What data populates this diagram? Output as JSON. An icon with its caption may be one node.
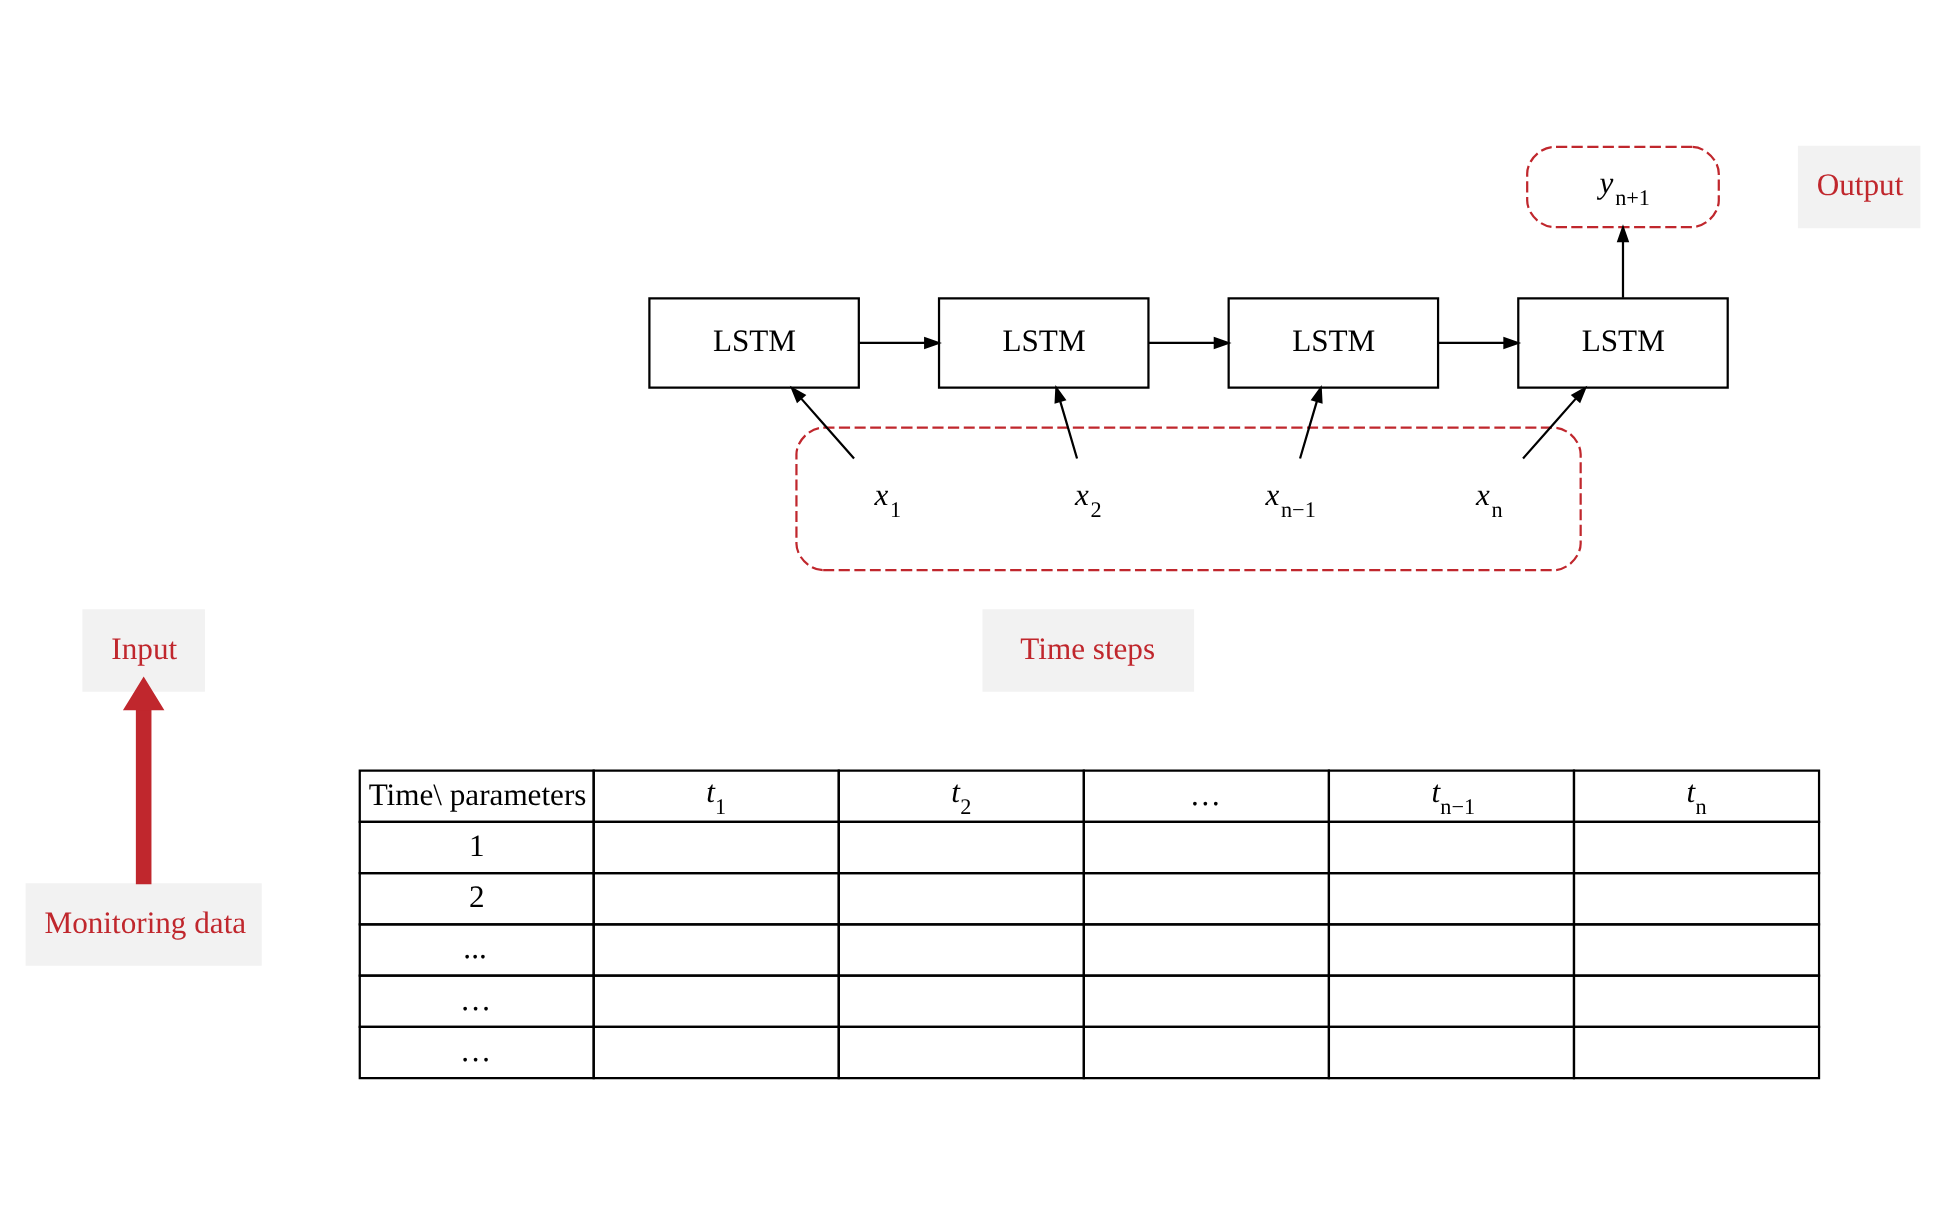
{
  "diagram": {
    "nodes": [
      {
        "text": [
          "y$_{n+1}$"
        ]
      },
      {
        "text": [
          "Output"
        ]
      },
      {
        "text": [
          "LSTM"
        ]
      },
      {
        "text": [
          "LSTM"
        ]
      },
      {
        "text": [
          "LSTM"
        ]
      },
      {
        "text": [
          "LSTM"
        ]
      },
      {
        "text": [
          "Input"
        ]
      },
      {
        "text": [],
        "shape": "box"
      },
      {
        "text": [
          "x$_{1}$"
        ],
        "in": 7
      },
      {
        "text": [
          "x$_{2}$"
        ],
        "in": 7
      },
      {
        "text": [
          "x$_{n−1}$"
        ],
        "in": 7
      },
      {
        "text": [
          "x$_{n}$"
        ],
        "in": 7
      },
      {
        "text": [
          "Time steps"
        ]
      },
      {
        "text": [
          "Monitoring data"
        ]
      }
    ],
    "edges": [
      {
        "from": 2,
        "to": 3,
        "arrow": "to"
      },
      {
        "from": 3,
        "to": 4,
        "arrow": "to"
      },
      {
        "from": 4,
        "to": 5,
        "arrow": "to"
      },
      {
        "from": 5,
        "to": 0,
        "arrow": "to"
      },
      {
        "from": 8,
        "to": 2,
        "arrow": "to"
      },
      {
        "from": 9,
        "to": 3,
        "arrow": "to"
      },
      {
        "from": 10,
        "to": 4,
        "arrow": "to"
      },
      {
        "from": 11,
        "to": 5,
        "arrow": "to"
      },
      {
        "from": 13,
        "to": 6,
        "arrow": "to",
        "style": "thick",
        "color": "#c0272d"
      }
    ],
    "labels": [
      "Time\\ parameters",
      "t$_{1}$",
      "t$_{2}$",
      "…",
      "t$_{n−1}$",
      "t$_{n}$",
      "1",
      "2",
      "...",
      "…",
      "…"
    ]
  }
}
